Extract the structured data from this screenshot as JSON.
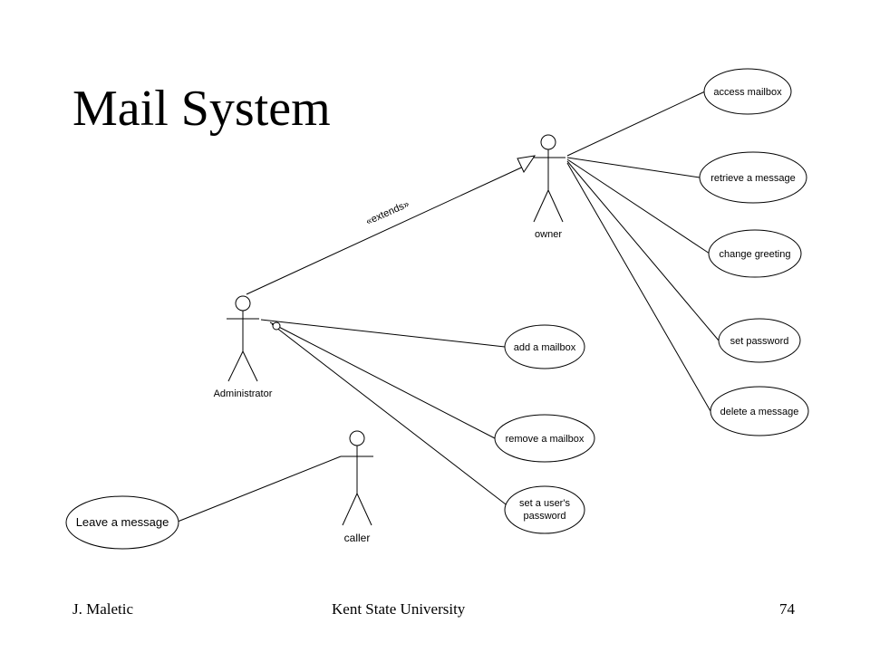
{
  "slide": {
    "title": "Mail System",
    "footer": {
      "left": "J. Maletic",
      "center": "Kent State University",
      "right": "74"
    }
  },
  "diagram": {
    "actors": {
      "owner": "owner",
      "administrator": "Administrator",
      "caller": "caller"
    },
    "use_cases": {
      "access_mailbox": "access mailbox",
      "retrieve_message": "retrieve a message",
      "change_greeting": "change greeting",
      "set_password": "set password",
      "delete_message": "delete a message",
      "add_mailbox": "add a mailbox",
      "remove_mailbox": "remove a mailbox",
      "set_user_password_line1": "set a user's",
      "set_user_password_line2": "password",
      "leave_message": "Leave a message"
    },
    "relationships": {
      "extends_label": "«extends»"
    }
  }
}
